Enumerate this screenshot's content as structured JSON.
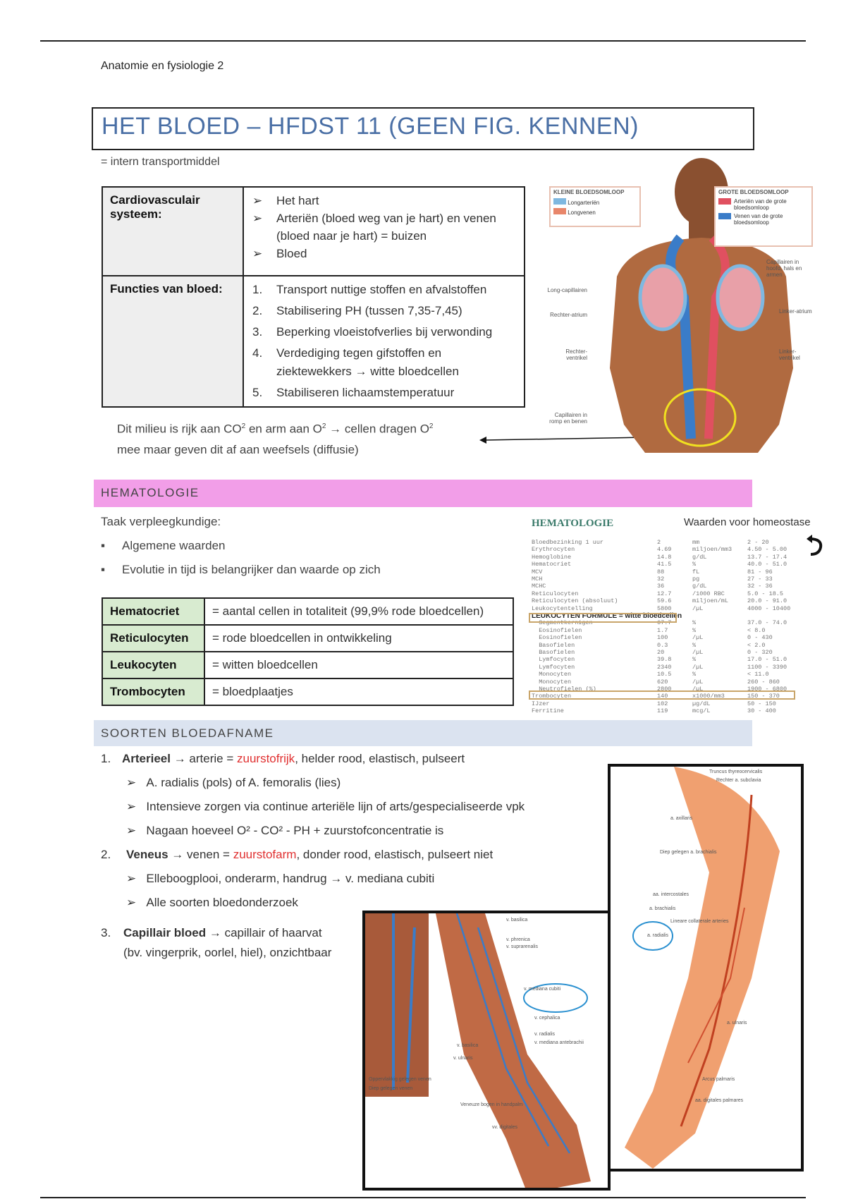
{
  "header": "Anatomie en fysiologie 2",
  "title": "HET BLOED – HFDST 11 (GEEN FIG. KENNEN)",
  "intro": "= intern transportmiddel",
  "table1": {
    "cardio_label": "Cardiovasculair systeem:",
    "cardio_items": [
      "Het hart",
      "Arteriën (bloed weg van je hart) en venen (bloed naar je hart) = buizen",
      "Bloed"
    ],
    "functies_label": "Functies van bloed:",
    "functies_items": [
      "Transport nuttige stoffen en afvalstoffen",
      "Stabilisering PH (tussen 7,35-7,45)",
      "Beperking vloeistofverlies bij verwonding",
      "Verdediging tegen gifstoffen en ziektewekkers → witte bloedcellen",
      "Stabiliseren lichaamstemperatuur"
    ]
  },
  "milieu": {
    "line1a": "Dit milieu is rijk aan CO",
    "line1b": " en arm aan O",
    "line1c": " → cellen dragen O",
    "sup": "2",
    "line2": "mee maar geven dit af aan weefsels (diffusie)"
  },
  "body_figure": {
    "kleine_title": "KLEINE BLOEDSOMLOOP",
    "kleine_items": [
      "Longarteriën",
      "Longvenen"
    ],
    "grote_title": "GROTE BLOEDSOMLOOP",
    "grote_items": [
      "Arteriën van de grote bloedsomloop",
      "Venen van de grote bloedsomloop"
    ],
    "labels_left": [
      "Long-capillairen",
      "Rechter-atrium",
      "Rechter-ventrikel",
      "Capillairen in romp en benen"
    ],
    "labels_right": [
      "Capillairen in hoofd, hals en armen",
      "Linker-atrium",
      "Linker-ventrikel"
    ],
    "colors": {
      "lung_art": "#7fb8e0",
      "lung_vein": "#e8866a",
      "art": "#e05060",
      "vein": "#3a7cc8"
    }
  },
  "hematologie": {
    "bar": "HEMATOLOGIE",
    "taak": "Taak verpleegkundige:",
    "bullets": [
      "Algemene waarden",
      "Evolutie in tijd is belangrijker dan waarde op zich"
    ],
    "terms": [
      [
        "Hematocriet",
        "= aantal cellen in totaliteit (99,9% rode bloedcellen)"
      ],
      [
        "Reticulocyten",
        "= rode bloedcellen in ontwikkeling"
      ],
      [
        "Leukocyten",
        "= witten bloedcellen"
      ],
      [
        "Trombocyten",
        "= bloedplaatjes"
      ]
    ]
  },
  "lab": {
    "title": "HEMATOLOGIE",
    "homeostase": "Waarden voor homeostase",
    "rows": [
      [
        "Bloedbezinking 1 uur",
        "2",
        "mm",
        "2 - 20"
      ],
      [
        "Erythrocyten",
        "4.69",
        "miljoen/mm3",
        "4.50 - 5.00"
      ],
      [
        "Hemoglobine",
        "14.8",
        "g/dL",
        "13.7 - 17.4"
      ],
      [
        "Hematocriet",
        "41.5",
        "%",
        "40.0 - 51.0"
      ],
      [
        "MCV",
        "88",
        "fL",
        "81 - 96"
      ],
      [
        "MCH",
        "32",
        "pg",
        "27 - 33"
      ],
      [
        "MCHC",
        "36",
        "g/dL",
        "32 - 36"
      ],
      [
        "Reticulocyten",
        "12.7",
        "/1000 RBC",
        "5.0 - 18.5"
      ],
      [
        "Reticulocyten (absoluut)",
        "59.6",
        "miljoen/mL",
        "20.0 - 91.0"
      ],
      [
        "Leukocytentelling",
        "5800",
        "/µL",
        "4000 - 10400"
      ],
      [
        "LEUKOCYTEN FORMULE = witte bloedcellen",
        "",
        "",
        ""
      ],
      [
        "  Segmentkernigen",
        "67.7",
        "%",
        "37.0 - 74.0"
      ],
      [
        "  Eosinofielen",
        "1.7",
        "%",
        "< 8.0"
      ],
      [
        "  Eosinofielen",
        "100",
        "/µL",
        "0 - 430"
      ],
      [
        "  Basofielen",
        "0.3",
        "%",
        "< 2.0"
      ],
      [
        "  Basofielen",
        "20",
        "/µL",
        "0 - 320"
      ],
      [
        "  Lymfocyten",
        "39.8",
        "%",
        "17.0 - 51.0"
      ],
      [
        "  Lymfocyten",
        "2340",
        "/µL",
        "1100 - 3390"
      ],
      [
        "  Monocyten",
        "10.5",
        "%",
        "< 11.0"
      ],
      [
        "  Monocyten",
        "620",
        "/µL",
        "260 - 860"
      ],
      [
        "  Neutrofielen (%)",
        "2800",
        "/µL",
        "1900 - 6800"
      ],
      [
        "Trombocyten",
        "140",
        "x1000/mm3",
        "150 - 370"
      ],
      [
        "IJzer",
        "102",
        "µg/dL",
        "50 - 150"
      ],
      [
        "Ferritine",
        "119",
        "mcg/L",
        "30 - 400"
      ]
    ]
  },
  "bloedafname": {
    "bar": "SOORTEN BLOEDAFNAME",
    "items": [
      {
        "num": "1.",
        "title": "Arterieel",
        "pre": " → arterie = ",
        "red": "zuurstofrijk",
        "post": ", helder rood, elastisch, pulseert",
        "subs": [
          "A. radialis (pols) of A. femoralis (lies)",
          "Intensieve zorgen via continue arteriële lijn of arts/gespecialiseerde vpk",
          "Nagaan hoeveel O² - CO² - PH + zuurstofconcentratie is"
        ]
      },
      {
        "num": "2.",
        "title": "Veneus",
        "pre": " → venen = ",
        "red": "zuurstofarm",
        "post": ", donder rood, elastisch, pulseert niet",
        "subs": [
          "Elleboogplooi, onderarm, handrug → v. mediana cubiti",
          "Alle soorten bloedonderzoek"
        ]
      },
      {
        "num": "3.",
        "title": "Capillair bloed",
        "pre": " → capillair of haarvat",
        "line2": "(bv. vingerprik, oorlel, hiel), onzichtbaar"
      }
    ]
  },
  "vein_figure": {
    "labels": [
      "v. basilica",
      "v. phrenica",
      "v. suprarenalis",
      "v. mediana cubiti",
      "v. cephalica",
      "v. radialis",
      "v. mediana antebrachii",
      "v. basilica",
      "v. ulnaris",
      "Oppervlakkig gelegen venen",
      "Diep gelegen venen",
      "Veneuze bogen in handpalm",
      "vv. digitales"
    ]
  },
  "artery_figure": {
    "labels": [
      "Truncus thyreocervicalis",
      "Rechter a. subclavia",
      "a. axillaris",
      "Diep gelegen a. brachialis",
      "aa. intercostales",
      "a. brachialis",
      "Lineare collaterale arteries",
      "a. radialis",
      "a. ulnaris",
      "Arcus palmaris",
      "aa. digitales palmares"
    ]
  }
}
